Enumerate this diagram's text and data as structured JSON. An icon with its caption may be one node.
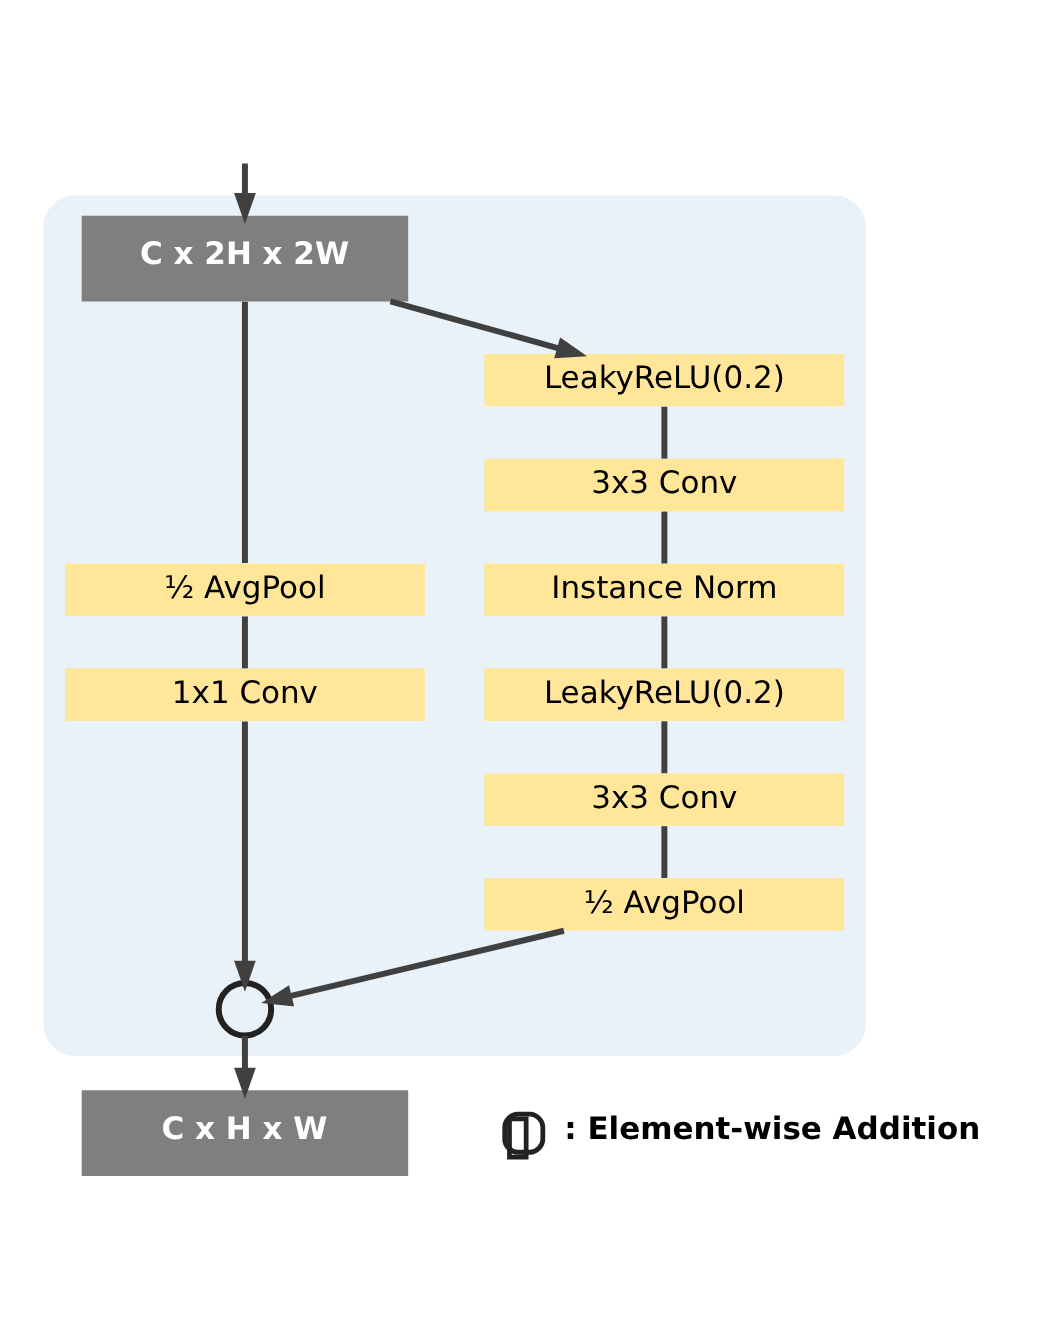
{
  "diagram": {
    "nodes": [
      {
        "text": [],
        "shape": "box"
      },
      {
        "text": [
          "C x 2H x 2W"
        ],
        "in": 0
      },
      {
        "text": [
          "LeakyReLU(0.2)"
        ],
        "in": 0
      },
      {
        "text": [
          "3x3 Conv"
        ],
        "in": 0
      },
      {
        "text": [
          "½ AvgPool"
        ],
        "in": 0
      },
      {
        "text": [
          "Instance Norm"
        ],
        "in": 0
      },
      {
        "text": [
          "1x1 Conv"
        ],
        "in": 0
      },
      {
        "text": [
          "LeakyReLU(0.2)"
        ],
        "in": 0
      },
      {
        "text": [
          "3x3 Conv"
        ],
        "in": 0
      },
      {
        "text": [
          "½ AvgPool"
        ],
        "in": 0
      },
      {
        "text": [],
        "shape": "circle",
        "in": 0
      },
      {
        "text": [
          "C x H x W"
        ]
      }
    ],
    "edges": [
      {
        "from": null,
        "to": 1,
        "arrow": "to"
      },
      {
        "from": 1,
        "to": 4,
        "arrow": "none"
      },
      {
        "from": 4,
        "to": 6,
        "arrow": "none"
      },
      {
        "from": 6,
        "to": 10,
        "arrow": "to"
      },
      {
        "from": 1,
        "to": 2,
        "arrow": "to"
      },
      {
        "from": 2,
        "to": 3,
        "arrow": "none"
      },
      {
        "from": 3,
        "to": 5,
        "arrow": "none"
      },
      {
        "from": 5,
        "to": 7,
        "arrow": "none"
      },
      {
        "from": 7,
        "to": 8,
        "arrow": "none"
      },
      {
        "from": 8,
        "to": 9,
        "arrow": "none"
      },
      {
        "from": 9,
        "to": 10,
        "arrow": "to"
      },
      {
        "from": 10,
        "to": 11,
        "arrow": "to"
      }
    ],
    "legend": [
      {
        "text": ": Element-wise Addition"
      }
    ]
  }
}
